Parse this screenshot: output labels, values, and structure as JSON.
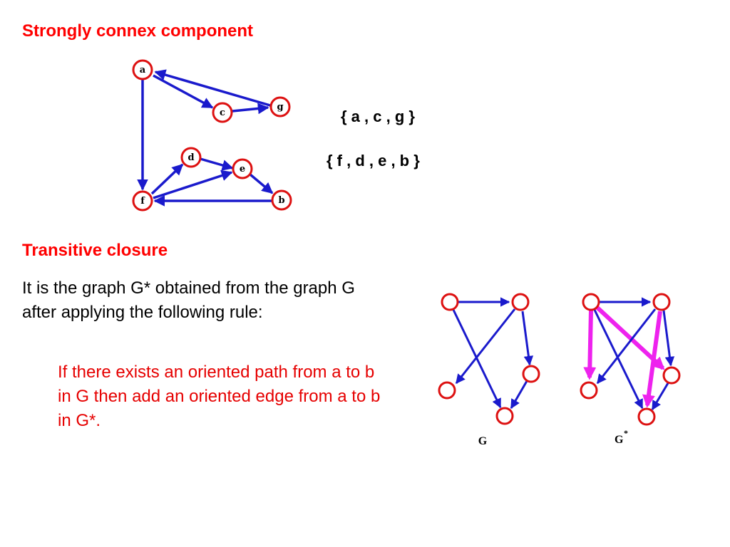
{
  "titles": {
    "scc": "Strongly connex component",
    "transitive": "Transitive closure"
  },
  "components": {
    "first": "{ a , c , g }",
    "second": "{ f , d , e , b }"
  },
  "text": {
    "definition": "It is the graph G* obtained from the graph G after applying the following rule:",
    "rule": "If there exists an oriented path from a to b in G then add an oriented edge from a to b in G*."
  },
  "scc_graph": {
    "nodes": [
      "a",
      "c",
      "g",
      "d",
      "e",
      "f",
      "b"
    ],
    "edges": [
      [
        "g",
        "a"
      ],
      [
        "a",
        "c"
      ],
      [
        "c",
        "g"
      ],
      [
        "a",
        "f"
      ],
      [
        "f",
        "d"
      ],
      [
        "d",
        "e"
      ],
      [
        "f",
        "e"
      ],
      [
        "e",
        "b"
      ],
      [
        "b",
        "f"
      ]
    ]
  },
  "closure_graphs": {
    "g_label": "G",
    "gstar_label": "G",
    "gstar_superscript": "*",
    "edge_color": "#1a1acc",
    "added_edge_color": "#ee22ee",
    "node_color": "#dd1111"
  }
}
